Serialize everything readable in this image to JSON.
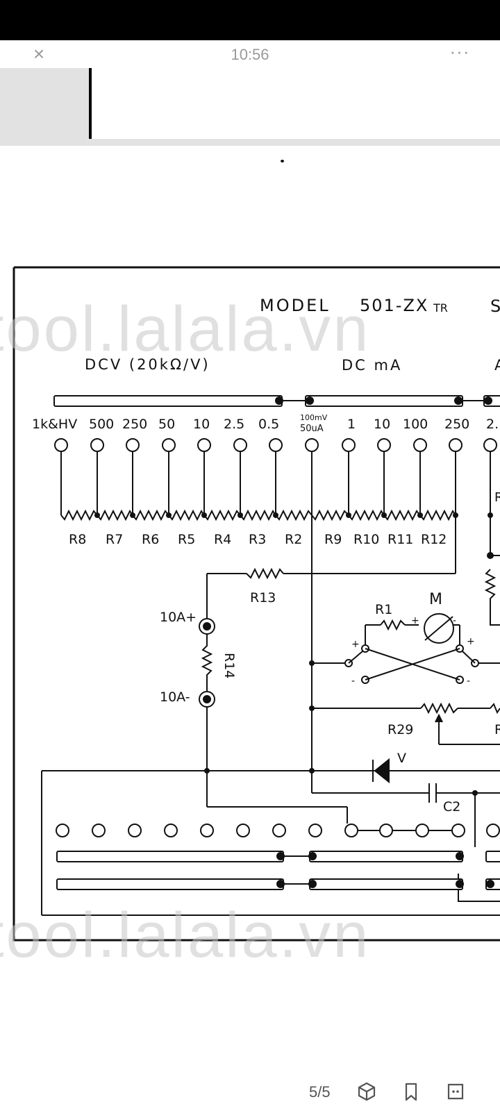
{
  "status": {
    "time": "10:56"
  },
  "topbar": {
    "close": "×",
    "more": "···"
  },
  "diagram": {
    "title_model": "MODEL",
    "title_number": "501-ZX",
    "title_suffix": "TR",
    "title_cut": "S",
    "section_dcv": "DCV (20kΩ/V)",
    "section_dcma": "DC mA",
    "section_cut": "A",
    "dcv_ranges": [
      "1k&HV",
      "500",
      "250",
      "50",
      "10",
      "2.5",
      "0.5"
    ],
    "shared_top": "100mV",
    "shared_bottom": "50uA",
    "ma_ranges": [
      "1",
      "10",
      "100",
      "250"
    ],
    "cut_range": "2.",
    "resistors_bottom": [
      "R8",
      "R7",
      "R6",
      "R5",
      "R4",
      "R3",
      "R2",
      "R9",
      "R10",
      "R11",
      "R12"
    ],
    "r13": "R13",
    "r14": "R14",
    "r1": "R1",
    "meter": "M",
    "terminal_pos": "10A+",
    "terminal_neg": "10A-",
    "r29": "R29",
    "diode": "V",
    "capacitor": "C2",
    "cut_r": "R",
    "cut_r2": "R"
  },
  "watermark": "tool.lalala.vn",
  "bottom": {
    "page": "5/5"
  }
}
